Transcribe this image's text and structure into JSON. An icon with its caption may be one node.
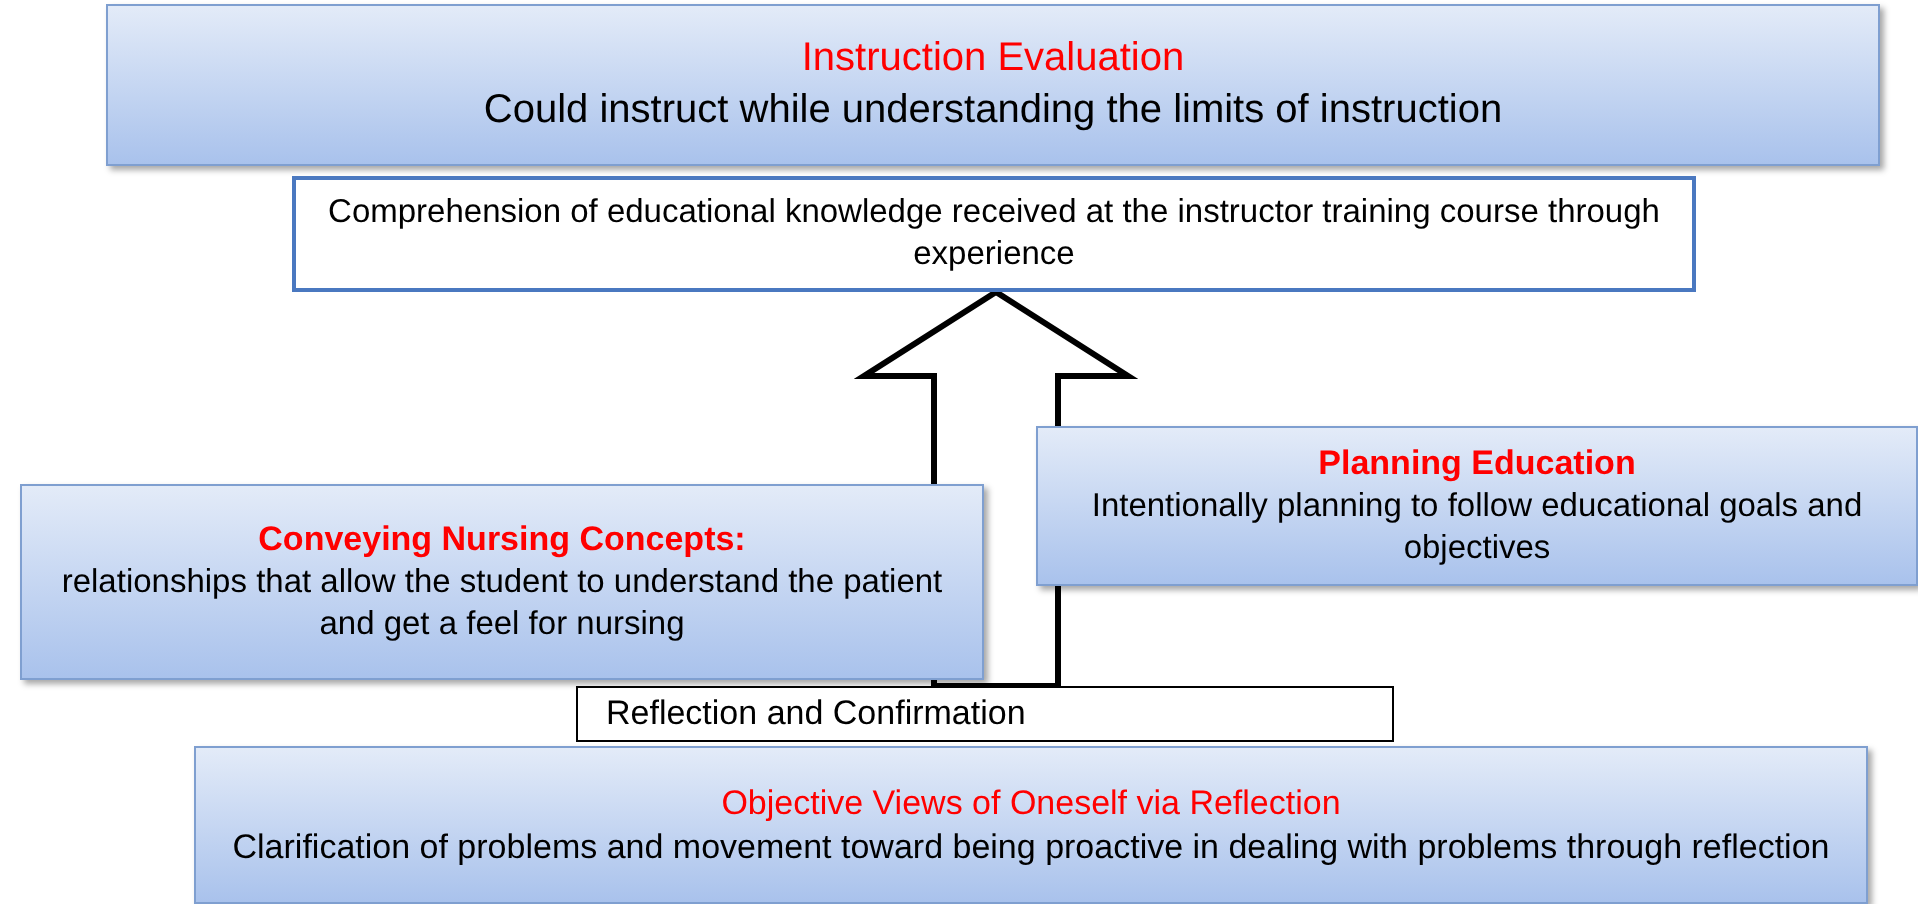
{
  "diagram": {
    "nodes": [
      {
        "text": [
          "Instruction Evaluation",
          "Could instruct while understanding the limits of instruction"
        ]
      },
      {
        "text": [
          "Comprehension of educational knowledge received at the instructor training course through experience"
        ]
      },
      {
        "text": [
          "Conveying Nursing Concepts:",
          "relationships that allow the student to understand the patient and get a feel for nursing"
        ]
      },
      {
        "text": [
          "Planning Education",
          "Intentionally planning to follow educational goals and objectives"
        ]
      },
      {
        "text": [
          "Reflection and Confirmation"
        ]
      },
      {
        "text": [
          "Objective Views of Oneself via Reflection",
          "Clarification of problems and movement toward being proactive in dealing with problems through reflection"
        ]
      }
    ],
    "edges": [
      {
        "from": 4,
        "to": 1,
        "arrow": "to",
        "style": "thick"
      }
    ]
  }
}
